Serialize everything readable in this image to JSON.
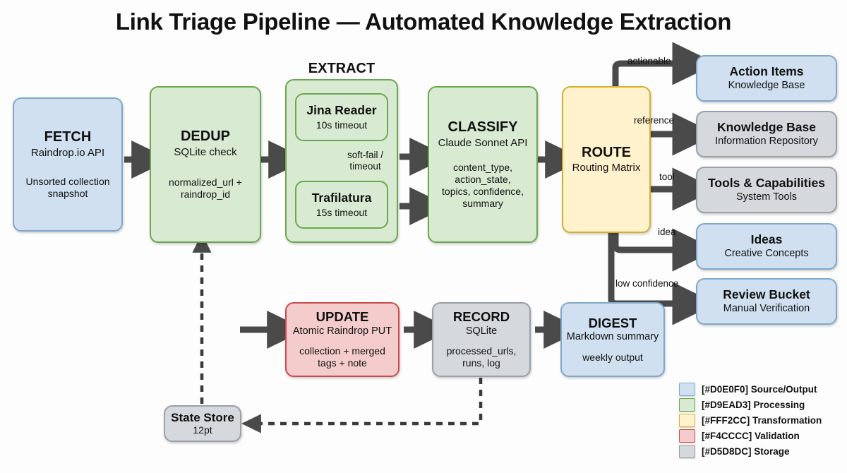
{
  "title": "Link Triage Pipeline — Automated Knowledge Extraction",
  "group_labels": {
    "extract": "EXTRACT"
  },
  "nodes": {
    "fetch": {
      "title": "FETCH",
      "sub": "Raindrop.io API",
      "detail": "Unsorted collection\nsnapshot",
      "color_key": "source"
    },
    "dedup": {
      "title": "DEDUP",
      "sub": "SQLite check",
      "detail": "normalized_url +\nraindrop_id",
      "color_key": "processing"
    },
    "jina": {
      "title": "Jina Reader",
      "sub": "10s timeout",
      "detail": "",
      "color_key": "processing"
    },
    "trafilatura": {
      "title": "Trafilatura",
      "sub": "15s timeout",
      "detail": "",
      "color_key": "processing"
    },
    "classify": {
      "title": "CLASSIFY",
      "sub": "Claude Sonnet API",
      "detail": "content_type,\naction_state,\ntopics, confidence,\nsummary",
      "color_key": "processing"
    },
    "route": {
      "title": "ROUTE",
      "sub": "Routing Matrix",
      "detail": "",
      "color_key": "transformation"
    },
    "action_items": {
      "title": "Action Items",
      "sub": "Knowledge Base",
      "detail": "",
      "color_key": "source"
    },
    "knowledge_base": {
      "title": "Knowledge Base",
      "sub": "Information Repository",
      "detail": "",
      "color_key": "storage"
    },
    "tools": {
      "title": "Tools & Capabilities",
      "sub": "System Tools",
      "detail": "",
      "color_key": "storage"
    },
    "ideas": {
      "title": "Ideas",
      "sub": "Creative Concepts",
      "detail": "",
      "color_key": "source"
    },
    "review": {
      "title": "Review Bucket",
      "sub": "Manual Verification",
      "detail": "",
      "color_key": "source"
    },
    "update": {
      "title": "UPDATE",
      "sub": "Atomic Raindrop PUT",
      "detail": "collection + merged\ntags + note",
      "color_key": "validation"
    },
    "record": {
      "title": "RECORD",
      "sub": "SQLite",
      "detail": "processed_urls,\nruns, log",
      "color_key": "storage"
    },
    "digest": {
      "title": "DIGEST",
      "sub": "Markdown summary",
      "detail": "weekly output",
      "color_key": "source"
    },
    "state_store": {
      "title": "State Store",
      "sub": "12pt",
      "detail": "",
      "color_key": "storage"
    }
  },
  "edge_labels": {
    "soft_fail": "soft-fail /\ntimeout",
    "actionable": "actionable",
    "reference": "reference",
    "tool": "tool",
    "idea": "idea",
    "low_confidence": "low confidence"
  },
  "legend": {
    "items": [
      {
        "hex": "#D0E0F0",
        "label": "[#D0E0F0] Source/Output",
        "border": "#7FA8CC"
      },
      {
        "hex": "#D9EAD3",
        "label": "[#D9EAD3] Processing",
        "border": "#6AA84F"
      },
      {
        "hex": "#FFF2CC",
        "label": "[#FFF2CC] Transformation",
        "border": "#D6AE2E"
      },
      {
        "hex": "#F4CCCC",
        "label": "[#F4CCCC] Validation",
        "border": "#CC4B4B"
      },
      {
        "hex": "#D5D8DC",
        "label": "[#D5D8DC] Storage",
        "border": "#9AA0A6"
      }
    ]
  },
  "colors": {
    "arrow": "#4A4A4A",
    "background": "#FDFDFD",
    "text": "#111111"
  }
}
